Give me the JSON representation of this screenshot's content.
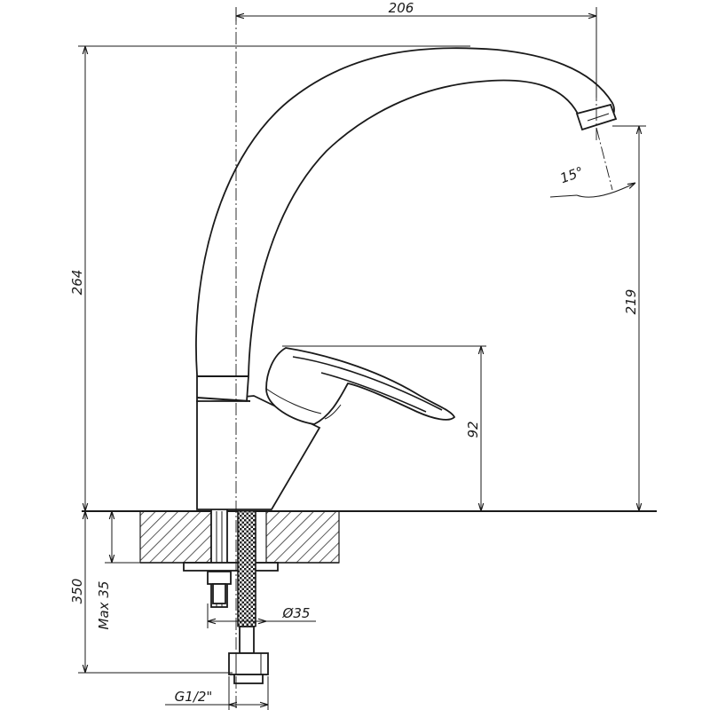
{
  "dimensions": {
    "width_top": "206",
    "height_total": "264",
    "spout_height": "219",
    "lever_height": "92",
    "angle": "15°",
    "below_total": "350",
    "max_thickness": "Max 35",
    "hole_diameter": "Ø35",
    "thread": "G1/2\""
  }
}
